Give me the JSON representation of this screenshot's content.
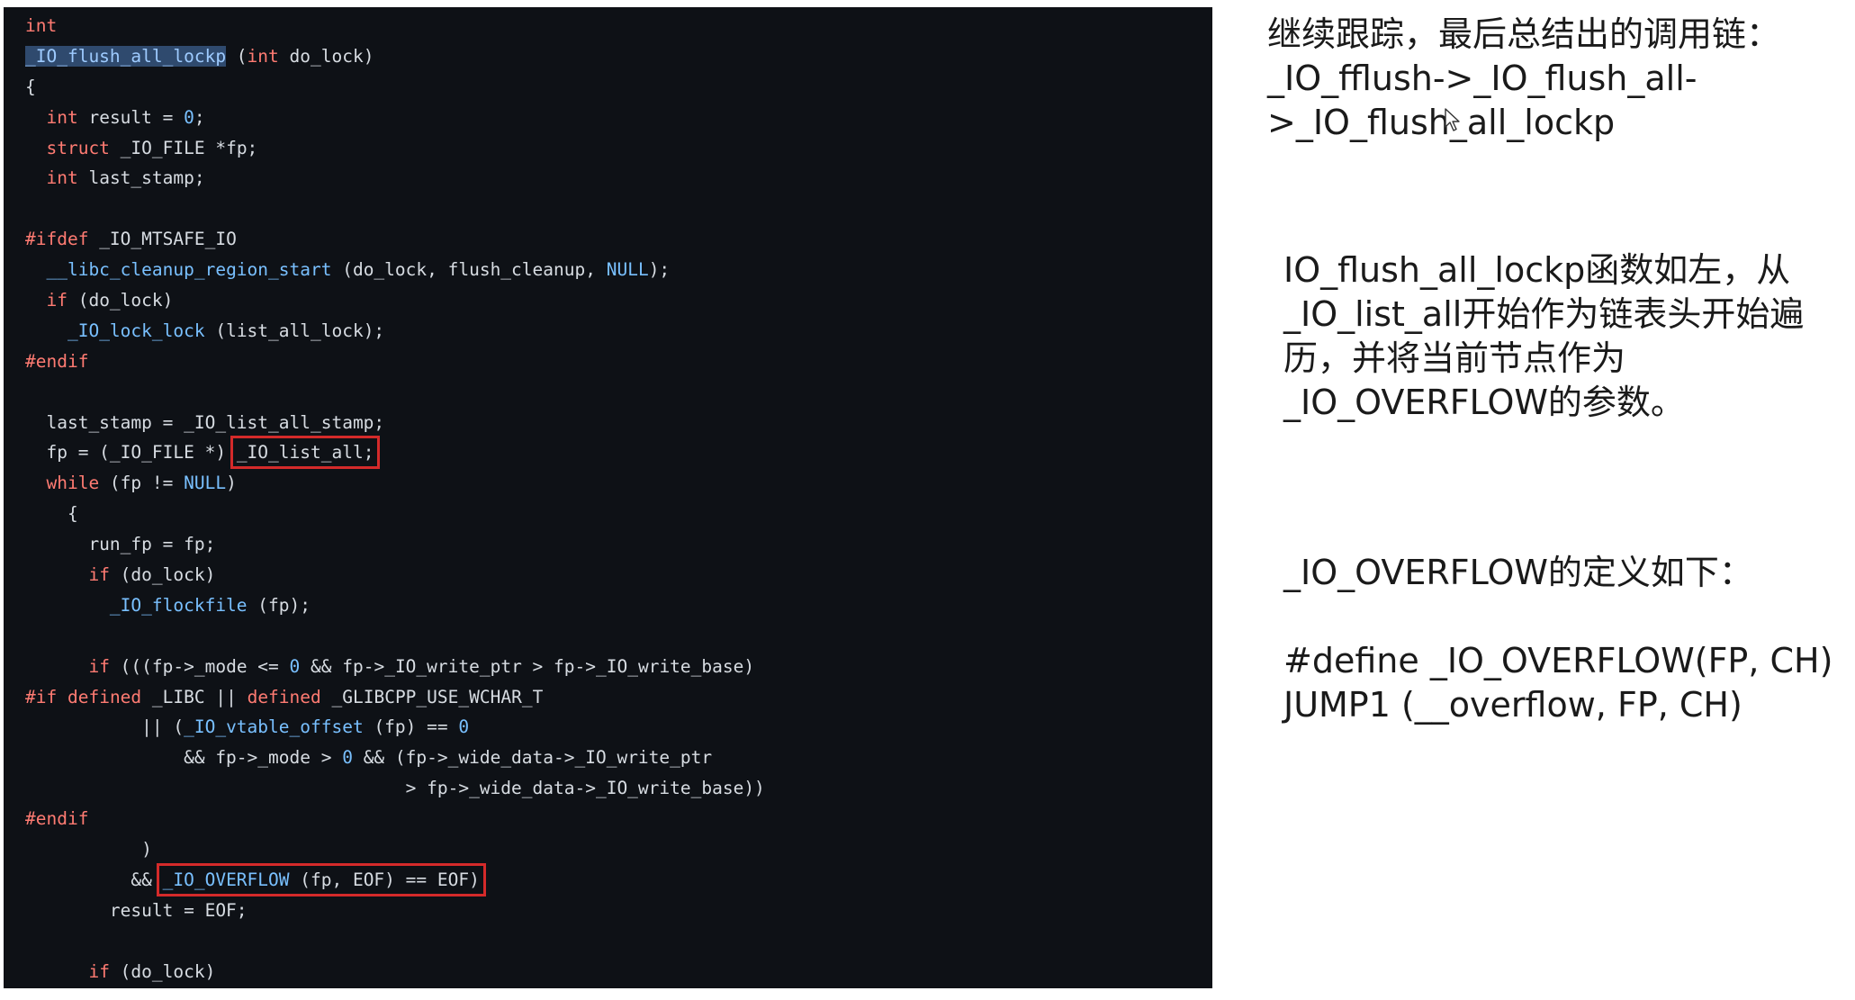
{
  "code_lines": [
    "int",
    "_IO_flush_all_lockp (int do_lock)",
    "{",
    "  int result = 0;",
    "  struct _IO_FILE *fp;",
    "  int last_stamp;",
    "",
    "#ifdef _IO_MTSAFE_IO",
    "  __libc_cleanup_region_start (do_lock, flush_cleanup, NULL);",
    "  if (do_lock)",
    "    _IO_lock_lock (list_all_lock);",
    "#endif",
    "",
    "  last_stamp = _IO_list_all_stamp;",
    "  fp = (_IO_FILE *) _IO_list_all;",
    "  while (fp != NULL)",
    "    {",
    "      run_fp = fp;",
    "      if (do_lock)",
    "        _IO_flockfile (fp);",
    "",
    "      if (((fp->_mode <= 0 && fp->_IO_write_ptr > fp->_IO_write_base)",
    "#if defined _LIBC || defined _GLIBCPP_USE_WCHAR_T",
    "           || (_IO_vtable_offset (fp) == 0",
    "               && fp->_mode > 0 && (fp->_wide_data->_IO_write_ptr",
    "                                    > fp->_wide_data->_IO_write_base))",
    "#endif",
    "           )",
    "          && _IO_OVERFLOW (fp, EOF) == EOF)",
    "        result = EOF;",
    "",
    "      if (do_lock)"
  ],
  "notes": {
    "call_chain": "继续跟踪，最后总结出的调用链：\n_IO_fflush->_IO_flush_all-\n>_IO_flush_all_lockp",
    "description": "IO_flush_all_lockp函数如左，从\n_IO_list_all开始作为链表头开始遍\n历，并将当前节点作为\n_IO_OVERFLOW的参数。",
    "overflow_def_title": "_IO_OVERFLOW的定义如下：",
    "define_line": "#define _IO_OVERFLOW(FP, CH)\nJUMP1 (__overflow, FP, CH)"
  },
  "colors": {
    "code_background": "#0e1116",
    "keyword": "#ff7b72",
    "function": "#79c0ff",
    "highlight_box": "#d42a2a"
  }
}
